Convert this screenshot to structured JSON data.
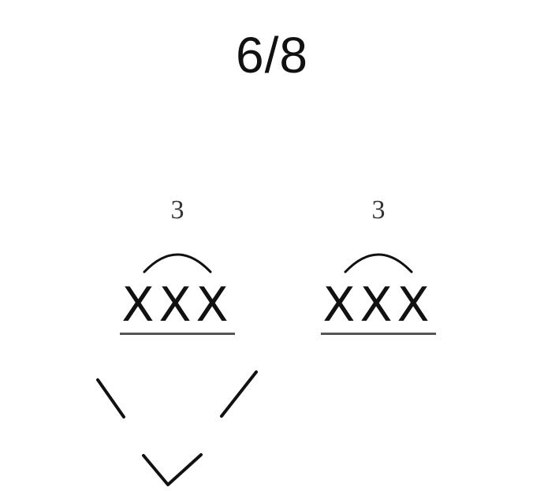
{
  "title": "6/8",
  "groups": [
    {
      "tuplet_number": "3",
      "beats": "XXX"
    },
    {
      "tuplet_number": "3",
      "beats": "XXX"
    }
  ],
  "colors": {
    "ink": "#111111",
    "underline": "#555555",
    "background": "#ffffff"
  }
}
